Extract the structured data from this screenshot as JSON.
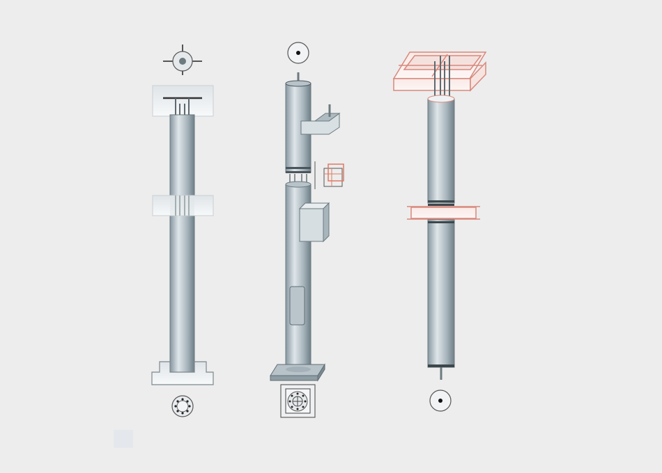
{
  "colors": {
    "background": "#ededed",
    "column_light": "#d4dde2",
    "column_dark": "#7e8f98",
    "slab": "#f5f7f8",
    "steel_frame": "#e0a39a",
    "outline": "#4a555b"
  },
  "columns": [
    {
      "kind": "concrete-column-with-slabs-and-footing"
    },
    {
      "kind": "column-with-bracket-and-base-plate"
    },
    {
      "kind": "column-with-steel-beam-frame"
    }
  ]
}
